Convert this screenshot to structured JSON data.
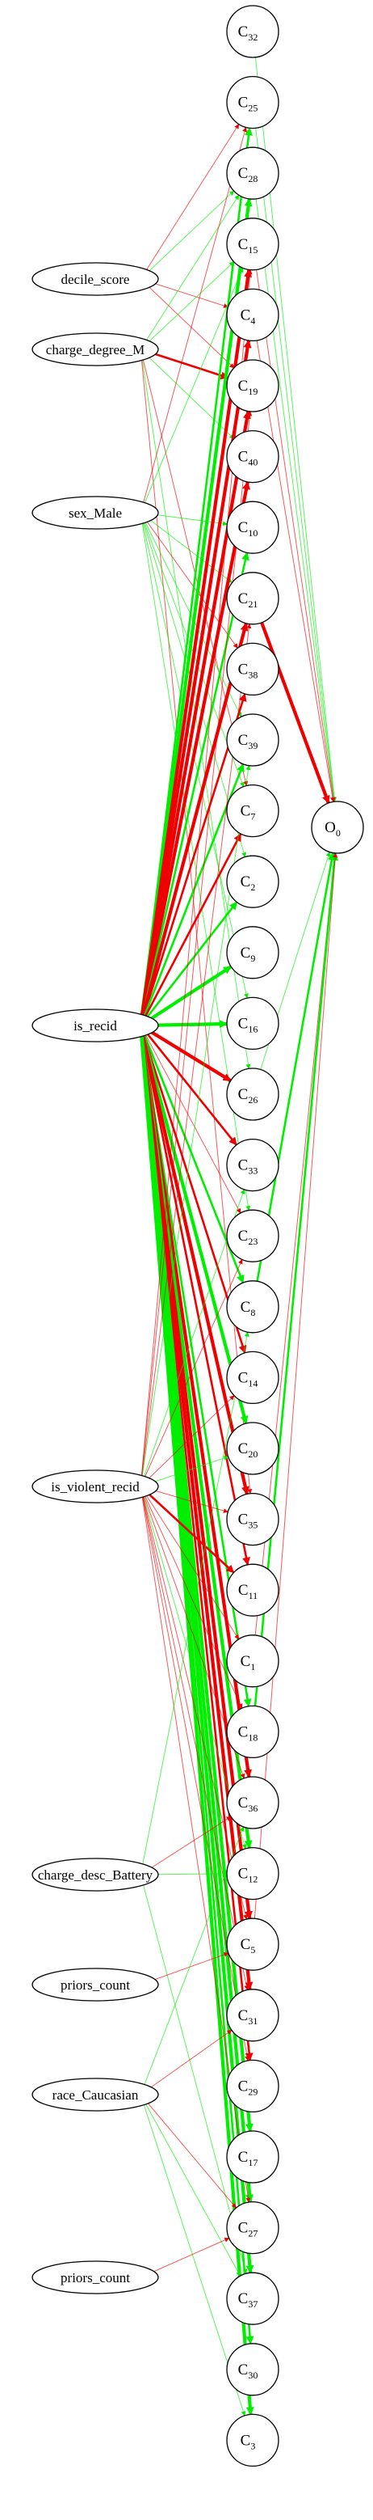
{
  "colors": {
    "positive": "#00ee00",
    "negative": "#ee0000",
    "node_stroke": "#000000",
    "background": "#ffffff"
  },
  "inputs": [
    {
      "id": "decile_score",
      "label": "decile_score"
    },
    {
      "id": "charge_degree_M",
      "label": "charge_degree_M"
    },
    {
      "id": "sex_Male",
      "label": "sex_Male"
    },
    {
      "id": "is_recid",
      "label": "is_recid"
    },
    {
      "id": "is_violent_recid",
      "label": "is_violent_recid"
    },
    {
      "id": "charge_desc_Battery",
      "label": "charge_desc_Battery"
    },
    {
      "id": "priors_count_1",
      "label": "priors_count"
    },
    {
      "id": "race_Caucasian",
      "label": "race_Caucasian"
    },
    {
      "id": "priors_count_2",
      "label": "priors_count"
    }
  ],
  "clusters": [
    {
      "id": "C32",
      "base": "C",
      "sub": "32"
    },
    {
      "id": "C25",
      "base": "C",
      "sub": "25"
    },
    {
      "id": "C28",
      "base": "C",
      "sub": "28"
    },
    {
      "id": "C15",
      "base": "C",
      "sub": "15"
    },
    {
      "id": "C4",
      "base": "C",
      "sub": "4"
    },
    {
      "id": "C19",
      "base": "C",
      "sub": "19"
    },
    {
      "id": "C40",
      "base": "C",
      "sub": "40"
    },
    {
      "id": "C10",
      "base": "C",
      "sub": "10"
    },
    {
      "id": "C21",
      "base": "C",
      "sub": "21"
    },
    {
      "id": "C38",
      "base": "C",
      "sub": "38"
    },
    {
      "id": "C39",
      "base": "C",
      "sub": "39"
    },
    {
      "id": "C7",
      "base": "C",
      "sub": "7"
    },
    {
      "id": "C2",
      "base": "C",
      "sub": "2"
    },
    {
      "id": "C9",
      "base": "C",
      "sub": "9"
    },
    {
      "id": "C16",
      "base": "C",
      "sub": "16"
    },
    {
      "id": "C26",
      "base": "C",
      "sub": "26"
    },
    {
      "id": "C33",
      "base": "C",
      "sub": "33"
    },
    {
      "id": "C23",
      "base": "C",
      "sub": "23"
    },
    {
      "id": "C8",
      "base": "C",
      "sub": "8"
    },
    {
      "id": "C14",
      "base": "C",
      "sub": "14"
    },
    {
      "id": "C20",
      "base": "C",
      "sub": "20"
    },
    {
      "id": "C35",
      "base": "C",
      "sub": "35"
    },
    {
      "id": "C11",
      "base": "C",
      "sub": "11"
    },
    {
      "id": "C1",
      "base": "C",
      "sub": "1"
    },
    {
      "id": "C18",
      "base": "C",
      "sub": "18"
    },
    {
      "id": "C36",
      "base": "C",
      "sub": "36"
    },
    {
      "id": "C12",
      "base": "C",
      "sub": "12"
    },
    {
      "id": "C5",
      "base": "C",
      "sub": "5"
    },
    {
      "id": "C31",
      "base": "C",
      "sub": "31"
    },
    {
      "id": "C29",
      "base": "C",
      "sub": "29"
    },
    {
      "id": "C17",
      "base": "C",
      "sub": "17"
    },
    {
      "id": "C27",
      "base": "C",
      "sub": "27"
    },
    {
      "id": "C37",
      "base": "C",
      "sub": "37"
    },
    {
      "id": "C30",
      "base": "C",
      "sub": "30"
    },
    {
      "id": "C3",
      "base": "C",
      "sub": "3"
    }
  ],
  "output": {
    "id": "O0",
    "base": "O",
    "sub": "0"
  },
  "edges": [
    {
      "from": "decile_score",
      "to": "C25",
      "sign": "neg",
      "weight": 1
    },
    {
      "from": "decile_score",
      "to": "C28",
      "sign": "pos",
      "weight": 1
    },
    {
      "from": "decile_score",
      "to": "C4",
      "sign": "neg",
      "weight": 1
    },
    {
      "from": "decile_score",
      "to": "C19",
      "sign": "neg",
      "weight": 1
    },
    {
      "from": "charge_degree_M",
      "to": "C28",
      "sign": "pos",
      "weight": 1
    },
    {
      "from": "charge_degree_M",
      "to": "C15",
      "sign": "pos",
      "weight": 1
    },
    {
      "from": "charge_degree_M",
      "to": "C19",
      "sign": "neg",
      "weight": 2
    },
    {
      "from": "charge_degree_M",
      "to": "C40",
      "sign": "pos",
      "weight": 1
    },
    {
      "from": "charge_degree_M",
      "to": "C7",
      "sign": "neg",
      "weight": 1
    },
    {
      "from": "charge_degree_M",
      "to": "C26",
      "sign": "pos",
      "weight": 1
    },
    {
      "from": "charge_degree_M",
      "to": "C35",
      "sign": "neg",
      "weight": 1
    },
    {
      "from": "sex_Male",
      "to": "C25",
      "sign": "neg",
      "weight": 1
    },
    {
      "from": "sex_Male",
      "to": "C15",
      "sign": "pos",
      "weight": 1
    },
    {
      "from": "sex_Male",
      "to": "C10",
      "sign": "pos",
      "weight": 1
    },
    {
      "from": "sex_Male",
      "to": "C21",
      "sign": "pos",
      "weight": 1
    },
    {
      "from": "sex_Male",
      "to": "C38",
      "sign": "neg",
      "weight": 1
    },
    {
      "from": "sex_Male",
      "to": "C39",
      "sign": "pos",
      "weight": 1
    },
    {
      "from": "sex_Male",
      "to": "C7",
      "sign": "pos",
      "weight": 1
    },
    {
      "from": "sex_Male",
      "to": "C2",
      "sign": "pos",
      "weight": 1
    },
    {
      "from": "sex_Male",
      "to": "C16",
      "sign": "pos",
      "weight": 1
    },
    {
      "from": "sex_Male",
      "to": "C23",
      "sign": "pos",
      "weight": 1
    },
    {
      "from": "is_recid",
      "to": "C25",
      "sign": "pos",
      "weight": 2
    },
    {
      "from": "is_recid",
      "to": "C28",
      "sign": "pos",
      "weight": 3
    },
    {
      "from": "is_recid",
      "to": "C15",
      "sign": "neg",
      "weight": 3
    },
    {
      "from": "is_recid",
      "to": "C4",
      "sign": "neg",
      "weight": 3
    },
    {
      "from": "is_recid",
      "to": "C19",
      "sign": "neg",
      "weight": 3
    },
    {
      "from": "is_recid",
      "to": "C40",
      "sign": "neg",
      "weight": 3
    },
    {
      "from": "is_recid",
      "to": "C10",
      "sign": "pos",
      "weight": 2
    },
    {
      "from": "is_recid",
      "to": "C21",
      "sign": "neg",
      "weight": 3
    },
    {
      "from": "is_recid",
      "to": "C38",
      "sign": "neg",
      "weight": 2
    },
    {
      "from": "is_recid",
      "to": "C39",
      "sign": "pos",
      "weight": 2
    },
    {
      "from": "is_recid",
      "to": "C7",
      "sign": "neg",
      "weight": 2
    },
    {
      "from": "is_recid",
      "to": "C2",
      "sign": "pos",
      "weight": 2
    },
    {
      "from": "is_recid",
      "to": "C9",
      "sign": "pos",
      "weight": 3
    },
    {
      "from": "is_recid",
      "to": "C16",
      "sign": "pos",
      "weight": 3
    },
    {
      "from": "is_recid",
      "to": "C26",
      "sign": "neg",
      "weight": 3
    },
    {
      "from": "is_recid",
      "to": "C33",
      "sign": "neg",
      "weight": 2
    },
    {
      "from": "is_recid",
      "to": "C23",
      "sign": "neg",
      "weight": 1
    },
    {
      "from": "is_recid",
      "to": "C8",
      "sign": "pos",
      "weight": 2
    },
    {
      "from": "is_recid",
      "to": "C14",
      "sign": "neg",
      "weight": 2
    },
    {
      "from": "is_recid",
      "to": "C20",
      "sign": "pos",
      "weight": 3
    },
    {
      "from": "is_recid",
      "to": "C35",
      "sign": "neg",
      "weight": 3
    },
    {
      "from": "is_recid",
      "to": "C11",
      "sign": "neg",
      "weight": 2
    },
    {
      "from": "is_recid",
      "to": "C18",
      "sign": "pos",
      "weight": 2
    },
    {
      "from": "is_recid",
      "to": "C36",
      "sign": "neg",
      "weight": 3
    },
    {
      "from": "is_recid",
      "to": "C12",
      "sign": "pos",
      "weight": 3
    },
    {
      "from": "is_recid",
      "to": "C5",
      "sign": "neg",
      "weight": 3
    },
    {
      "from": "is_recid",
      "to": "C31",
      "sign": "neg",
      "weight": 3
    },
    {
      "from": "is_recid",
      "to": "C29",
      "sign": "neg",
      "weight": 2
    },
    {
      "from": "is_recid",
      "to": "C17",
      "sign": "pos",
      "weight": 3
    },
    {
      "from": "is_recid",
      "to": "C27",
      "sign": "pos",
      "weight": 3
    },
    {
      "from": "is_recid",
      "to": "C37",
      "sign": "pos",
      "weight": 3
    },
    {
      "from": "is_recid",
      "to": "C30",
      "sign": "pos",
      "weight": 2
    },
    {
      "from": "is_recid",
      "to": "C3",
      "sign": "pos",
      "weight": 3
    },
    {
      "from": "is_violent_recid",
      "to": "C15",
      "sign": "neg",
      "weight": 1
    },
    {
      "from": "is_violent_recid",
      "to": "C19",
      "sign": "neg",
      "weight": 1
    },
    {
      "from": "is_violent_recid",
      "to": "C21",
      "sign": "neg",
      "weight": 1
    },
    {
      "from": "is_violent_recid",
      "to": "C39",
      "sign": "pos",
      "weight": 1
    },
    {
      "from": "is_violent_recid",
      "to": "C33",
      "sign": "pos",
      "weight": 1
    },
    {
      "from": "is_violent_recid",
      "to": "C23",
      "sign": "neg",
      "weight": 1
    },
    {
      "from": "is_violent_recid",
      "to": "C14",
      "sign": "neg",
      "weight": 1
    },
    {
      "from": "is_violent_recid",
      "to": "C20",
      "sign": "pos",
      "weight": 1
    },
    {
      "from": "is_violent_recid",
      "to": "C35",
      "sign": "neg",
      "weight": 1
    },
    {
      "from": "is_violent_recid",
      "to": "C11",
      "sign": "neg",
      "weight": 2
    },
    {
      "from": "is_violent_recid",
      "to": "C1",
      "sign": "neg",
      "weight": 1
    },
    {
      "from": "is_violent_recid",
      "to": "C18",
      "sign": "neg",
      "weight": 1
    },
    {
      "from": "is_violent_recid",
      "to": "C36",
      "sign": "neg",
      "weight": 1
    },
    {
      "from": "is_violent_recid",
      "to": "C12",
      "sign": "pos",
      "weight": 1
    },
    {
      "from": "is_violent_recid",
      "to": "C5",
      "sign": "neg",
      "weight": 1
    },
    {
      "from": "is_violent_recid",
      "to": "C31",
      "sign": "neg",
      "weight": 1
    },
    {
      "from": "is_violent_recid",
      "to": "C29",
      "sign": "neg",
      "weight": 1
    },
    {
      "from": "is_violent_recid",
      "to": "C27",
      "sign": "neg",
      "weight": 1
    },
    {
      "from": "charge_desc_Battery",
      "to": "C8",
      "sign": "pos",
      "weight": 1
    },
    {
      "from": "charge_desc_Battery",
      "to": "C36",
      "sign": "neg",
      "weight": 1
    },
    {
      "from": "charge_desc_Battery",
      "to": "C12",
      "sign": "pos",
      "weight": 1
    },
    {
      "from": "charge_desc_Battery",
      "to": "C37",
      "sign": "pos",
      "weight": 1
    },
    {
      "from": "priors_count_1",
      "to": "C5",
      "sign": "neg",
      "weight": 1
    },
    {
      "from": "race_Caucasian",
      "to": "C36",
      "sign": "pos",
      "weight": 1
    },
    {
      "from": "race_Caucasian",
      "to": "C31",
      "sign": "neg",
      "weight": 1
    },
    {
      "from": "race_Caucasian",
      "to": "C27",
      "sign": "neg",
      "weight": 1
    },
    {
      "from": "race_Caucasian",
      "to": "C37",
      "sign": "pos",
      "weight": 1
    },
    {
      "from": "race_Caucasian",
      "to": "C3",
      "sign": "pos",
      "weight": 1
    },
    {
      "from": "priors_count_2",
      "to": "C27",
      "sign": "neg",
      "weight": 1
    },
    {
      "from": "C32",
      "to": "O0",
      "sign": "pos",
      "weight": 1
    },
    {
      "from": "C25",
      "to": "O0",
      "sign": "pos",
      "weight": 1
    },
    {
      "from": "C28",
      "to": "O0",
      "sign": "pos",
      "weight": 1
    },
    {
      "from": "C15",
      "to": "O0",
      "sign": "neg",
      "weight": 1
    },
    {
      "from": "C4",
      "to": "O0",
      "sign": "neg",
      "weight": 1
    },
    {
      "from": "C21",
      "to": "O0",
      "sign": "neg",
      "weight": 3
    },
    {
      "from": "C26",
      "to": "O0",
      "sign": "pos",
      "weight": 1
    },
    {
      "from": "C8",
      "to": "O0",
      "sign": "pos",
      "weight": 2
    },
    {
      "from": "C1",
      "to": "O0",
      "sign": "neg",
      "weight": 1
    },
    {
      "from": "C18",
      "to": "O0",
      "sign": "pos",
      "weight": 2
    },
    {
      "from": "C5",
      "to": "O0",
      "sign": "neg",
      "weight": 1
    }
  ]
}
